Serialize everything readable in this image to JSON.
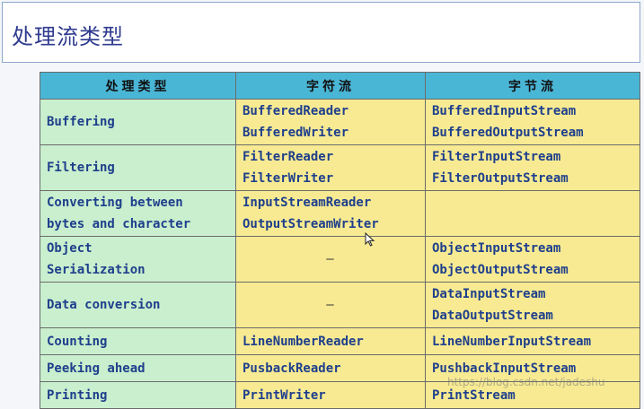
{
  "slide": {
    "title": "处理流类型"
  },
  "table": {
    "headers": [
      "处理类型",
      "字符流",
      "字节流"
    ],
    "rows": [
      {
        "type": [
          "Buffering"
        ],
        "char": [
          "BufferedReader",
          "BufferedWriter"
        ],
        "byte": [
          "BufferedInputStream",
          "BufferedOutputStream"
        ]
      },
      {
        "type": [
          "Filtering"
        ],
        "char": [
          "FilterReader",
          "FilterWriter"
        ],
        "byte": [
          "FilterInputStream",
          "FilterOutputStream"
        ]
      },
      {
        "type": [
          "Converting between",
          "bytes and character"
        ],
        "char": [
          "InputStreamReader",
          "OutputStreamWriter"
        ],
        "byte": [
          ""
        ]
      },
      {
        "type": [
          "Object",
          "Serialization"
        ],
        "char": [
          "—"
        ],
        "byte": [
          "ObjectInputStream",
          "ObjectOutputStream"
        ]
      },
      {
        "type": [
          "Data conversion"
        ],
        "char": [
          "—"
        ],
        "byte": [
          "DataInputStream",
          "DataOutputStream"
        ]
      },
      {
        "type": [
          "Counting"
        ],
        "char": [
          "LineNumberReader"
        ],
        "byte": [
          "LineNumberInputStream"
        ]
      },
      {
        "type": [
          "Peeking ahead"
        ],
        "char": [
          "PusbackReader"
        ],
        "byte": [
          "PushbackInputStream"
        ]
      },
      {
        "type": [
          "Printing"
        ],
        "char": [
          "PrintWriter"
        ],
        "byte": [
          "PrintStream"
        ]
      }
    ]
  },
  "watermark": "https://blog.csdn.net/jadeshu"
}
